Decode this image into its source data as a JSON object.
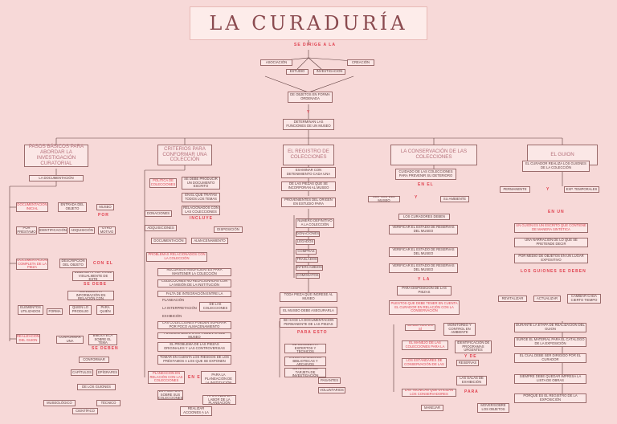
{
  "title": "LA CURADURÍA",
  "connectors": {
    "se_dirige": "SE DIRIGE A LA",
    "y": "Y",
    "con_el": "CON EL",
    "por": "POR",
    "se_debe": "SE DEBE",
    "se_debe2": "SE DEBEN",
    "incluye": "INCLUYE",
    "en_el": "EN EL",
    "y_la": "Y LA",
    "para_esto": "PARA ESTO",
    "y_de": "Y DE",
    "para": "PARA",
    "los_guiones": "LOS GUIONES SE DEBEN",
    "en_un": "EN UN"
  },
  "top": {
    "audiences": [
      "ASOCIACIÓN",
      "CREACIÓN",
      "ESTUDIO",
      "INVESTIGACIÓN"
    ],
    "n1": "DE OBJETOS EN FORMA ORDENADA",
    "n2": "DETERMINAN LAS FUNCIONES DE UN MUSEO"
  },
  "columns": [
    {
      "head": "PASOS BÁSICOS PARA ABORDAR LA INVESTIGACIÓN CURATORIAL"
    },
    {
      "head": "CRITERIOS PARA CONFORMAR UNA COLECCIÓN"
    },
    {
      "head": "EL REGISTRO DE COLECCIONES"
    },
    {
      "head": "LA CONSERVACIÓN DE LAS COLECCIONES"
    },
    {
      "head": "EL GUION"
    }
  ],
  "col1": {
    "doc": "LA DOCUMENTACIÓN",
    "a1": "DOCUMENTACIÓN INICIAL",
    "a2": "ENTRADA DEL OBJETO",
    "a3": "MUSEO",
    "a4": "POR PRÉSTAMO",
    "a5": "IDENTIFICACIÓN",
    "a6": "ADQUISICIÓN",
    "a7": "OTRO MOTIVO",
    "b1": "DOCUMENTACIÓN COMPLETA DE LA PIEZA",
    "b2": "DESCRIPCIÓN DEL OBJETO",
    "b3": "DEBE DE APROPIARSE VISUALMENTE DE ESTE",
    "b4": "CONSIDERAR INFORMACIÓN EN RELACIÓN CON",
    "b5": "ELEMENTOS UTILIZADOS",
    "b6": "FORMA",
    "b7": "QUIÉN LO PRODUJO",
    "b8": "PARA QUIÉN",
    "c1": "REALIZACIÓN DEL GUION",
    "c2": "CONFORMAR UNA",
    "c3": "BIBLIOTECA SOBRE EL TEMA",
    "c4": "CONFORMAR",
    "c5": "CAPÍTULOS",
    "c6": "EPÍGRAFES",
    "c7": "DE LOS GUIONES",
    "c8": "MUSEOLÓGICO",
    "c9": "TÉCNICO",
    "c10": "CIENTÍFICO"
  },
  "col2": {
    "p1": "POLÍTICA DE COLECCIONES",
    "p2": "SE DEBE PRODUCIR UN DOCUMENTO ESCRITO",
    "p3": "EN EL QUE TRATAN TODOS LOS TEMAS",
    "p4": "RELACIONADOS CON LAS COLECCIONES",
    "i1": "DONACIONES",
    "i2": "ADQUISICIONES",
    "i3": "DISPOSICIÓN",
    "i4": "DOCUMENTACIÓN",
    "i5": "ALMACENAMIENTO",
    "q0": "PROBLEMAS RELACIONADOS CON LA COLECCIÓN",
    "q1": "RECURSOS INSUFICIENTES PARA MANTENER LA COLECCIÓN",
    "q2": "COLECCIONES NO RELACIONADAS CON LA MISIÓN DE LA INSTITUCIÓN",
    "q3": "FALTA DE INTEGRACIÓN ENTRE LA",
    "q3a": "PLANEACIÓN",
    "q3b": "LA INTERPRETACIÓN",
    "q3c": "EXHIBICIÓN",
    "q3d": "DE LAS COLECCIONES",
    "q4": "LAS COLECCIONES PUEDEN SUPERAR POR POCO ALMACENAMIENTO",
    "q5": "FUNCIONAMIENTO IMPRUDENTE DEL MUSEO",
    "q6": "EL PROBLEMA DE LAS PIEZAS ORIGINALES Y LAS CONTROVERSIAS",
    "q7": "TOMAR EN CUENTA LOS RIESGOS DE LOS PRÉSTAMOS A LOS QUE SE EXPONEN",
    "r1": "PLANEACIÓN EN RELACIÓN CON LAS COLECCIONES",
    "r2": "PROCEDIMIENTO PARA LA PLANEACIÓN DE LA INSTITUCIÓN",
    "r3": "ESTRUCTURA SOBRE SUS COLECCIONES",
    "r4": "APOYANDO LA LABOR DE LA PLANEACIÓN",
    "r5": "SABIENDO REALIZAR ACCIONES A LA COLECCIÓN"
  },
  "col3": {
    "e1": "EXAMINAR CON DETENIMIENTO CADA UNA",
    "e2": "DE LAS PIEZAS QUE SE INCORPORAN AL MUSEO",
    "e3": "PROVENIENTES DEL ORIGEN EN ESTUDIO PARA",
    "list": [
      "NÚMERO DEFINITIVO A LA COLECCIÓN",
      "DONACIONES",
      "LEGADOS",
      "COMPRAS",
      "TRASLADOS",
      "INTERCAMBIOS",
      "COMODATOS"
    ],
    "f1": "TODA PIEZA QUE INGRESE AL MUSEO",
    "f2": "EL MUSEO DEBE ASEGURARLA",
    "f3": "SE HACE LA DOCUMENTACIÓN PERMANENTE DE LAS PIEZAS",
    "g1": "SE CONSULTA A EXPERTOS Y TÉCNICOS",
    "g2": "INVESTIGACIÓN EN BIBLIOTECAS Y ARCHIVOS",
    "g3": "OBTENCIÓN DE TARJETA DE INVESTIGACIÓN",
    "g4": "PASANTES",
    "g5": "VOLUNTARIOS"
  },
  "col4": {
    "c1": "CUIDADO DE LAS COLECCIONES PARA PREVENIR SU DETERIORO",
    "c2": "EDIFICIO DEL MUSEO",
    "c3": "SU AMBIENTE",
    "c4": "LOS CURADORES DEBEN",
    "c5": "VERIFICAR EL ESTADO DE RESERVAS DEL MUSEO",
    "c6": "VERIFICAR EL ESTADO DE RESERVAS DEL MUSEO",
    "c7": "VERIFICAR EL ESTADO DE RESERVAS DEL MUSEO",
    "c8": "PARA DISPOSICIÓN DE LAS PIEZAS",
    "c9": "PUESTOS QUE DEBE TENER EN CUENTA EL CURADOR EN RELACIÓN CON LA CONSERVACIÓN",
    "d1": "EL EDIFICIO EN SÍ",
    "d2": "MONITOREO Y CONTROL EN AMBIENTE",
    "d3": "EL MANEJO DE LAS COLECCIONES PARA LA",
    "d4": "IDENTIFICACIÓN DE PROGRAMAS URGENTES",
    "d5": "LOS ESTÁNDARES DE CONSERVACIÓN DE LAS",
    "d6": "RESERVAS",
    "d7": "LAS SALAS DE EXHIBICIÓN",
    "d8": "LAS TÉCNICAS QUE UTILIZAN LOS CONSERVADORES",
    "d9": "MANEJAR",
    "d10": "MOVER/SOBRE LOS OBJETOS"
  },
  "col5": {
    "g1": "EL CURADOR REALIZA LOS GUIONES DE LA COLECCIÓN",
    "g2": "PERMANENTE",
    "g3": "EXP. TEMPORALES",
    "g4": "UN GUION ES UN ESCRITO QUE CONTIENE DE MANERA SINTÉTICA",
    "g5": "UNA NARRACIÓN DE LO QUE SE PRETENDE DECIR",
    "g6": "POR MEDIO DE OBJETOS EN UN LUGAR EXPOSITIVO",
    "g7": "REVITALIZAR",
    "g8": "ACTUALIZAR",
    "g9": "CAMBIAR CADA CIERTO TIEMPO",
    "h1": "DURANTE LA ETAPA DE REALIZACIÓN DEL GUION",
    "h2": "SURGE EL MATERIAL PARA EL CATÁLOGO DE LA EXPOSICIÓN",
    "h3": "EL CUAL DEBE SER DIRIGIDO POR EL CURADOR",
    "h4": "SIEMPRE DEBE QUEDAR IMPRESA LA LISTA DE OBRAS",
    "h5": "PORQUE ES EL REGISTRO DE LA EXPOSICIÓN"
  }
}
